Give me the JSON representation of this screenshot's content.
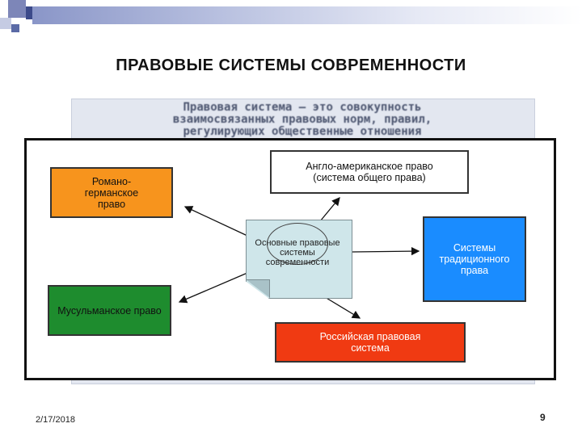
{
  "slide": {
    "title": "ПРАВОВЫЕ СИСТЕМЫ СОВРЕМЕННОСТИ",
    "date": "2/17/2018",
    "page_number": "9"
  },
  "background_text": [
    "Правовая система – это совокупность",
    "взаимосвязанных правовых норм, правил,",
    "регулирующих общественные отношения"
  ],
  "diagram": {
    "center": "Основные правовые системы современности",
    "romano_germanic": "Романо-германское право",
    "anglo_american": "Англо-американское право (система общего права)",
    "traditional": "Системы традиционного права",
    "muslim": "Мусульманское право",
    "russian": "Российская правовая система"
  },
  "colors": {
    "romano_germanic": "#f7941d",
    "traditional": "#1a8cff",
    "muslim": "#1e8c2e",
    "russian": "#f03a12",
    "center": "#cfe6ea"
  }
}
